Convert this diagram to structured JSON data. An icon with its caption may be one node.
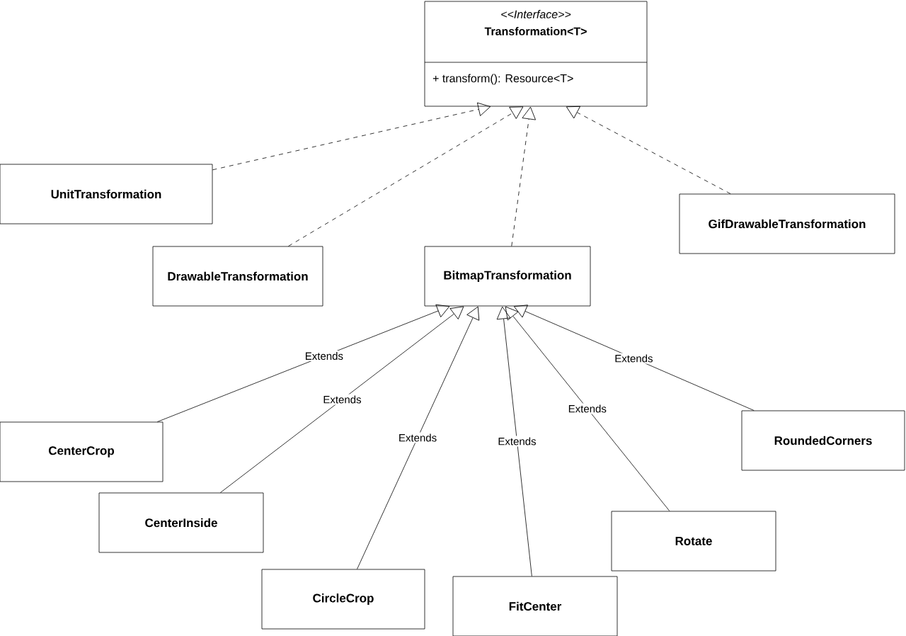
{
  "diagram": {
    "nodes": [
      {
        "text": [
          "<<Interface>>",
          "Transformation<T>",
          "+ transform(): Resource<T>"
        ]
      },
      {
        "text": [
          "UnitTransformation"
        ]
      },
      {
        "text": [
          "DrawableTransformation"
        ]
      },
      {
        "text": [
          "BitmapTransformation"
        ]
      },
      {
        "text": [
          "GifDrawableTransformation"
        ]
      },
      {
        "text": [
          "CenterCrop"
        ]
      },
      {
        "text": [
          "CenterInside"
        ]
      },
      {
        "text": [
          "CircleCrop"
        ]
      },
      {
        "text": [
          "FitCenter"
        ]
      },
      {
        "text": [
          "Rotate"
        ]
      },
      {
        "text": [
          "RoundedCorners"
        ]
      }
    ],
    "edges": [
      {
        "from": 1,
        "to": 0,
        "arrow": "to",
        "style": "dashed"
      },
      {
        "from": 2,
        "to": 0,
        "arrow": "to",
        "style": "dashed"
      },
      {
        "from": 3,
        "to": 0,
        "arrow": "to",
        "style": "dashed"
      },
      {
        "from": 4,
        "to": 0,
        "arrow": "to",
        "style": "dashed"
      },
      {
        "from": 5,
        "to": 3,
        "arrow": "to",
        "label": "Extends"
      },
      {
        "from": 6,
        "to": 3,
        "arrow": "to",
        "label": "Extends"
      },
      {
        "from": 7,
        "to": 3,
        "arrow": "to",
        "label": "Extends"
      },
      {
        "from": 8,
        "to": 3,
        "arrow": "to",
        "label": "Extends"
      },
      {
        "from": 9,
        "to": 3,
        "arrow": "to",
        "label": "Extends"
      },
      {
        "from": 10,
        "to": 3,
        "arrow": "to",
        "label": "Extends"
      }
    ]
  }
}
